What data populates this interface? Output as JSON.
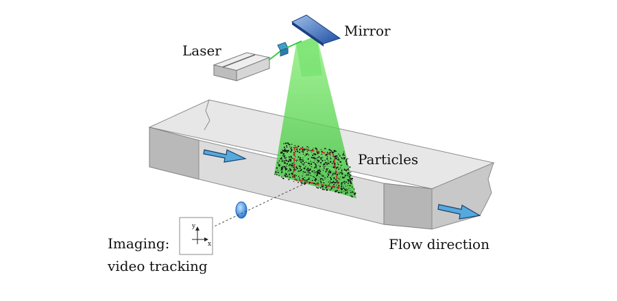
{
  "labels": {
    "mirror": "Mirror",
    "laser": "Laser",
    "particles": "Particles",
    "imaging_line1": "Imaging:",
    "imaging_line2": "video tracking",
    "flow": "Flow direction",
    "axis_y": "y",
    "axis_x": "x"
  },
  "colors": {
    "beam": "#3ed43a",
    "channel_top": "#e6e6e6",
    "channel_side": "#bdbdbd",
    "arrow": "#4fa7dc",
    "roi": "#cc2b2b",
    "lens": "#2f7fd6",
    "mirror": "#3a6fc4"
  }
}
